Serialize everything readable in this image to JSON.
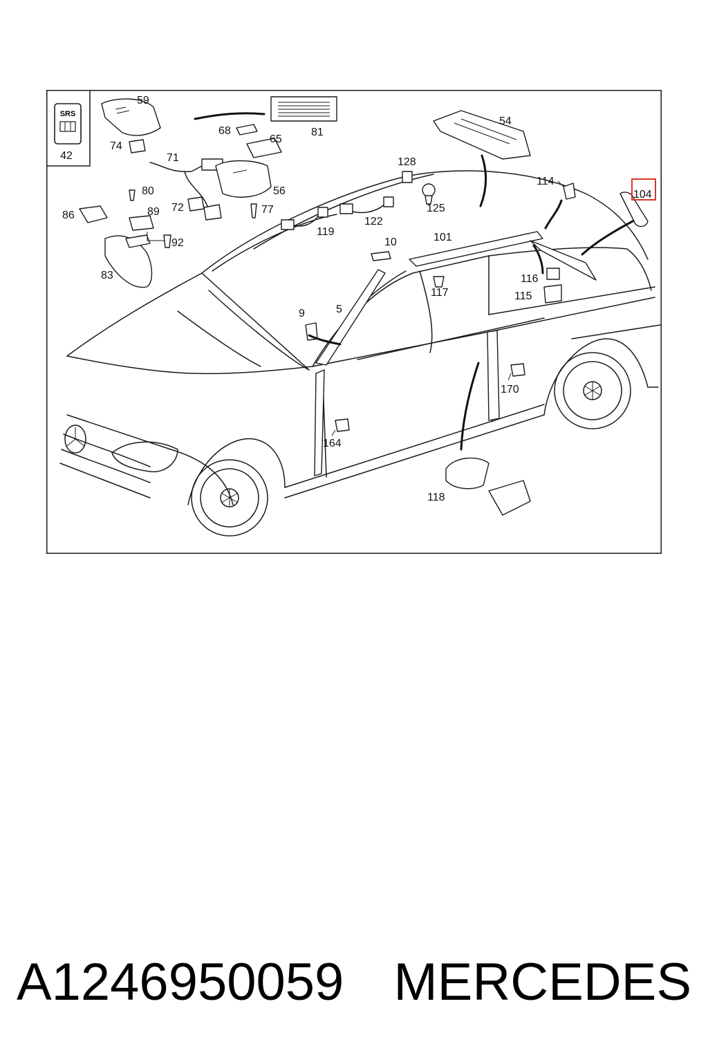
{
  "srs_box": {
    "badge": "SRS",
    "number": "42"
  },
  "labels": {
    "p59": "59",
    "p81": "81",
    "p68": "68",
    "p65": "65",
    "p74": "74",
    "p71": "71",
    "p80": "80",
    "p56": "56",
    "p72": "72",
    "p77": "77",
    "p86": "86",
    "p89": "89",
    "p92": "92",
    "p83": "83",
    "p54": "54",
    "p128": "128",
    "p125": "125",
    "p114": "114",
    "p104": "104",
    "p119": "119",
    "p122": "122",
    "p10": "10",
    "p101": "101",
    "p116": "116",
    "p117": "117",
    "p115": "115",
    "p9": "9",
    "p5": "5",
    "p170": "170",
    "p164": "164",
    "p118": "118"
  },
  "caption": {
    "part_number": "A1246950059",
    "brand": "MERCEDES"
  },
  "colors": {
    "highlight": "#d9342b",
    "line": "#1a1a1a"
  }
}
